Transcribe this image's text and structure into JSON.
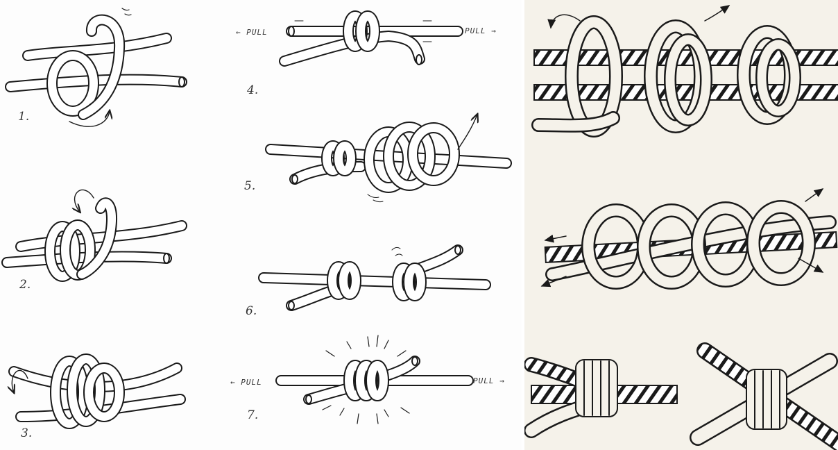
{
  "steps": [
    {
      "number": "1."
    },
    {
      "number": "2."
    },
    {
      "number": "3."
    },
    {
      "number": "4."
    },
    {
      "number": "5."
    },
    {
      "number": "6."
    },
    {
      "number": "7."
    }
  ],
  "pull_labels": {
    "step4_left": "← PULL",
    "step4_right": "PULL →",
    "step7_left": "← PULL",
    "step7_right": "PULL →"
  },
  "colors": {
    "ink": "#1a1a1a",
    "rope_fill": "#ffffff",
    "right_panel_bg": "#f5f2ea"
  }
}
